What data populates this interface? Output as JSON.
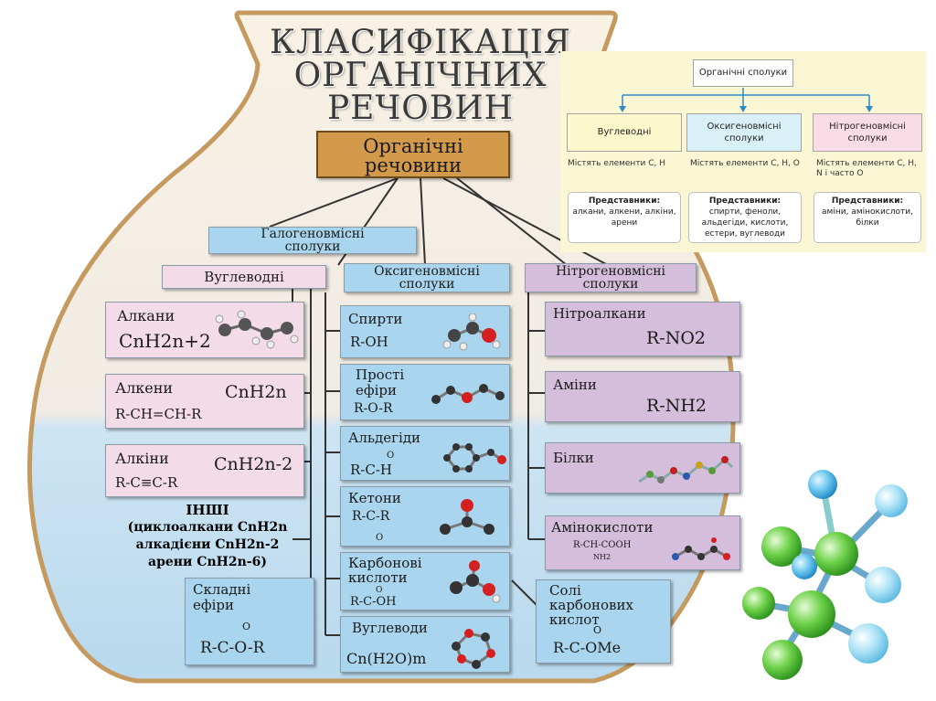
{
  "title": {
    "line1": "КЛАСИФІКАЦІЯ",
    "line2": "ОРГАНІЧНИХ",
    "line3": "РЕЧОВИН"
  },
  "root": {
    "line1": "Органічні",
    "line2": "речовини"
  },
  "halogen": {
    "line1": "Галогеновмісні",
    "line2": "сполуки"
  },
  "hydrocarbons": {
    "label": "Вуглеводні",
    "alkanes": {
      "name": "Алкани",
      "formula": "CnH2n+2"
    },
    "alkenes": {
      "name": "Алкени",
      "formula": "CnH2n",
      "structure": "R-CH=CH-R"
    },
    "alkynes": {
      "name": "Алкіни",
      "formula": "CnH2n-2",
      "structure": "R-C≡C-R"
    },
    "others": {
      "line1": "ІНШІ",
      "line2": "(циклоалкани CnH2n",
      "line3": "алкадієни CnH2n-2",
      "line4": "арени CnH2n-6)"
    },
    "esters": {
      "line1": "Складні",
      "line2": "ефіри",
      "o_mark": "O",
      "structure": "R-C-O-R"
    }
  },
  "oxygen": {
    "line1": "Оксигеновмісні",
    "line2": "сполуки",
    "alcohols": {
      "name": "Спирти",
      "structure": "R-OH"
    },
    "ethers": {
      "line1": "Прості",
      "line2": "ефіри",
      "structure": "R-O-R"
    },
    "aldehydes": {
      "name": "Альдегіди",
      "o_mark": "O",
      "structure": "R-C-H"
    },
    "ketones": {
      "name": "Кетони",
      "structure": "R-C-R",
      "o_mark": "O"
    },
    "acids": {
      "line1": "Карбонові",
      "line2": "кислоти",
      "o_mark": "O",
      "structure": "R-C-OH"
    },
    "carbohydrates": {
      "name": "Вуглеводи",
      "structure": "Cn(H2O)m"
    }
  },
  "nitrogen": {
    "line1": "Нітрогеновмісні",
    "line2": "сполуки",
    "nitroalkanes": {
      "name": "Нітроалкани",
      "structure": "R-NO2"
    },
    "amines": {
      "name": "Аміни",
      "structure": "R-NH2"
    },
    "proteins": {
      "name": "Білки"
    },
    "aminoacids": {
      "name": "Амінокислоти",
      "structure": "R-CH-COOH",
      "sub": "NH2"
    },
    "salts": {
      "line1": "Солі",
      "line2": "карбонових",
      "line3": "кислот",
      "o_mark": "O",
      "structure": "R-C-OMe"
    }
  },
  "inset": {
    "root": "Органічні сполуки",
    "col1": {
      "title": "Вуглеводні",
      "contains": "Містять елементи С, Н",
      "rep_label": "Представники:",
      "rep_text": "алкани, алкени, алкіни, арени"
    },
    "col2": {
      "title": "Оксигеновмісні сполуки",
      "contains": "Містять елементи С, Н, О",
      "rep_label": "Представники:",
      "rep_text": "спирти, феноли, альдегіди, кислоти, естери, вуглеводи"
    },
    "col3": {
      "title": "Нітрогеновмісні сполуки",
      "contains": "Містять елементи С, Н, N і часто О",
      "rep_label": "Представники:",
      "rep_text": "аміни, амінокислоти, білки"
    },
    "colors": {
      "col1": "#fcf8cc",
      "col2": "#d8f0f6",
      "col3": "#f9dce6",
      "line": "#2d8bc4"
    }
  },
  "colors": {
    "flask_top": "#f6eedf",
    "flask_bottom": "#c3dff0",
    "flask_rim": "#c49a5e",
    "root_box": "#d39a4c",
    "blue_box": "#a9d6ee",
    "pink_box": "#f4dbe8",
    "lav_box": "#d4bedb"
  }
}
